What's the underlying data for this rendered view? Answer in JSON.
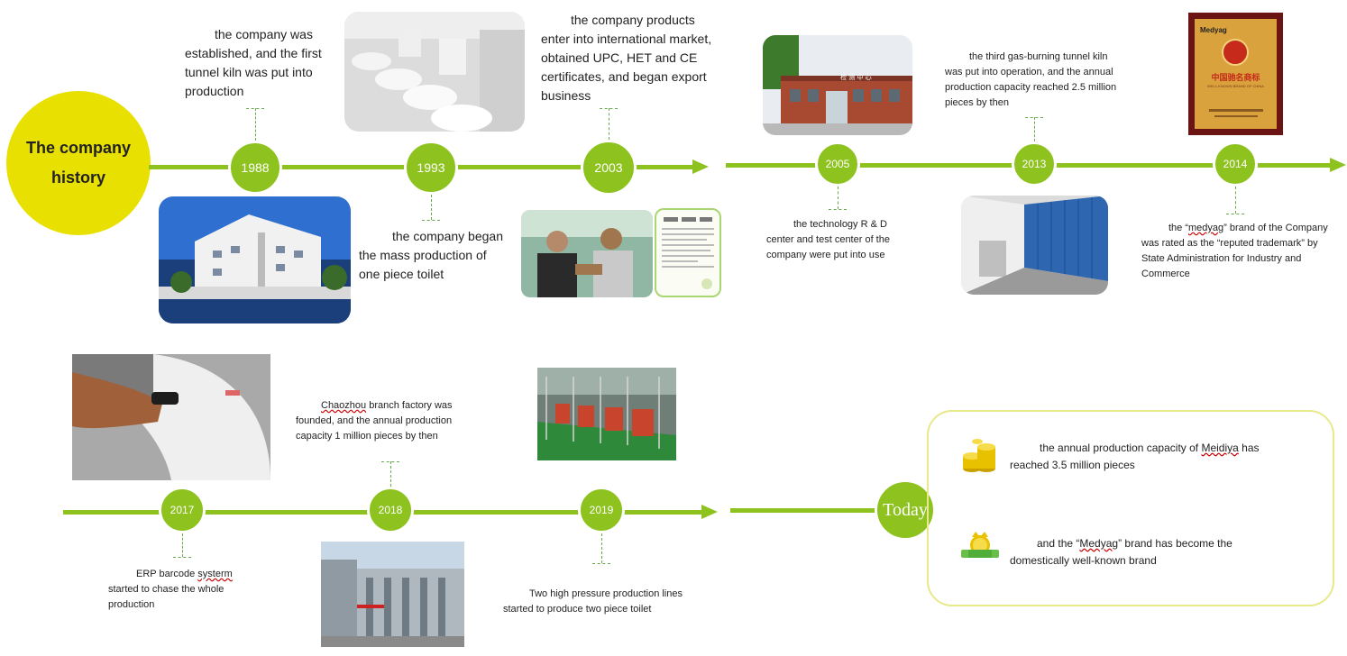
{
  "title": "The company history",
  "events": {
    "y1988": {
      "year": "1988",
      "text": "the company was established, and the first tunnel kiln was put into production"
    },
    "y1993": {
      "year": "1993",
      "text": "the company began the mass production of one piece toilet"
    },
    "y2003": {
      "year": "2003",
      "text": "the company products enter into international market, obtained UPC, HET and CE certificates, and began export business"
    },
    "y2005": {
      "year": "2005",
      "text": "the technology R & D center and test center of the company were put into use"
    },
    "y2013": {
      "year": "2013",
      "text": "the third gas-burning tunnel kiln was put into operation, and the annual production capacity reached 2.5 million pieces by then"
    },
    "y2014": {
      "year": "2014",
      "text_a": "the “",
      "text_u": "medyag",
      "text_b": "” brand of the Company was rated as the “reputed trademark” by State Administration for Industry and Commerce"
    },
    "y2017": {
      "year": "2017",
      "text_a": "ERP barcode ",
      "text_u": "systerm",
      "text_b": " started to chase the whole production"
    },
    "y2018": {
      "year": "2018",
      "text_u": "Chaozhou",
      "text_b": " branch factory was founded, and the annual production capacity 1 million pieces by then"
    },
    "y2019": {
      "year": "2019",
      "text": "Two high pressure production lines started to produce two piece toilet"
    }
  },
  "today": {
    "label": "Today",
    "item1_a": "the annual production capacity of ",
    "item1_u": "Meidiya",
    "item1_b": " has reached 3.5 million pieces",
    "item2_a": "and the “",
    "item2_u": "Medyag",
    "item2_b": "” brand has become the domestically well-known brand"
  },
  "certificate": {
    "brand": "Medyag",
    "title_cn": "中国驰名商标",
    "title_en": "WELL-KNOWN BRAND OF CHINA"
  },
  "building_sign": "检 测 中 心",
  "colors": {
    "accent": "#8dc21f",
    "title_circle": "#e8e000",
    "today_border": "#e9e88a"
  }
}
